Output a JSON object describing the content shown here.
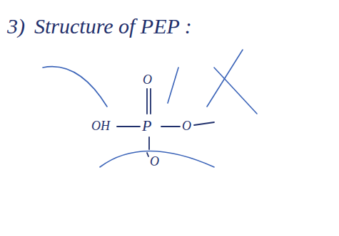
{
  "diagram": {
    "labels": [
      "3)",
      "Structure of PEP :",
      "O",
      "OH",
      "P",
      "O",
      "O"
    ]
  }
}
